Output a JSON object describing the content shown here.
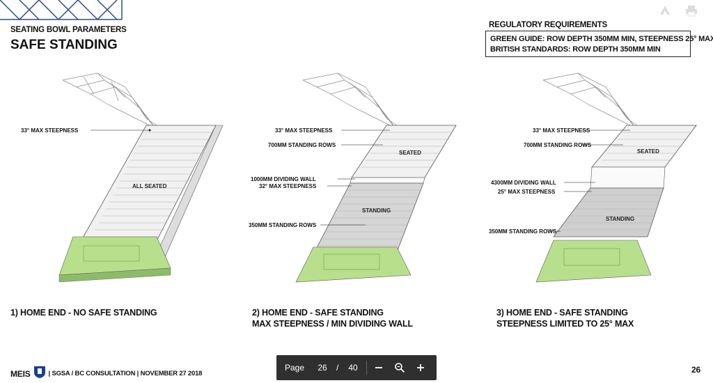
{
  "header": {
    "subtitle": "SEATING BOWL PARAMETERS",
    "title": "SAFE STANDING"
  },
  "regulatory": {
    "heading": "REGULATORY REQUIREMENTS",
    "line1": "GREEN GUIDE: ROW DEPTH 350MM MIN, STEEPNESS 25° MAX.",
    "line2": "BRITISH STANDARDS: ROW DEPTH 350MM MIN"
  },
  "panels": [
    {
      "caption_line1": "1) HOME END - NO SAFE STANDING",
      "caption_line2": "",
      "annotations": [
        "33° MAX STEEPNESS"
      ],
      "labels": [
        "ALL SEATED"
      ]
    },
    {
      "caption_line1": "2) HOME END - SAFE STANDING",
      "caption_line2": "MAX STEEPNESS / MIN DIVIDING WALL",
      "annotations": [
        "33° MAX STEEPNESS",
        "700MM STANDING ROWS",
        "1000MM DIVIDING WALL",
        "32° MAX STEEPNESS",
        "350MM STANDING ROWS"
      ],
      "labels": [
        "SEATED",
        "STANDING"
      ]
    },
    {
      "caption_line1": "3) HOME END - SAFE STANDING",
      "caption_line2": "STEEPNESS LIMITED TO 25° MAX",
      "annotations": [
        "33° MAX STEEPNESS",
        "700MM STANDING ROWS",
        "4300MM DIVIDING WALL",
        "25° MAX STEEPNESS",
        "350MM STANDING ROWS"
      ],
      "labels": [
        "SEATED",
        "STANDING"
      ]
    }
  ],
  "footer": {
    "brand": "MEIS",
    "info": "| SGSA / BC CONSULTATION | NOVEMBER 27 2018",
    "page_number": "26"
  },
  "pdf_toolbar": {
    "page_label": "Page",
    "current_page": "26",
    "separator": "/",
    "total_pages": "40",
    "zoom_out_icon": "minus-icon",
    "zoom_icon": "magnifier-icon",
    "zoom_in_icon": "plus-icon"
  },
  "icons": {
    "top_right": [
      "acrobat-icon",
      "print-icon"
    ],
    "crest": "club-crest-icon"
  },
  "colors": {
    "accent_blue": "#2d4a8a",
    "pitch_green": "#b8e08c",
    "toolbar_bg": "#2f2f2f"
  }
}
